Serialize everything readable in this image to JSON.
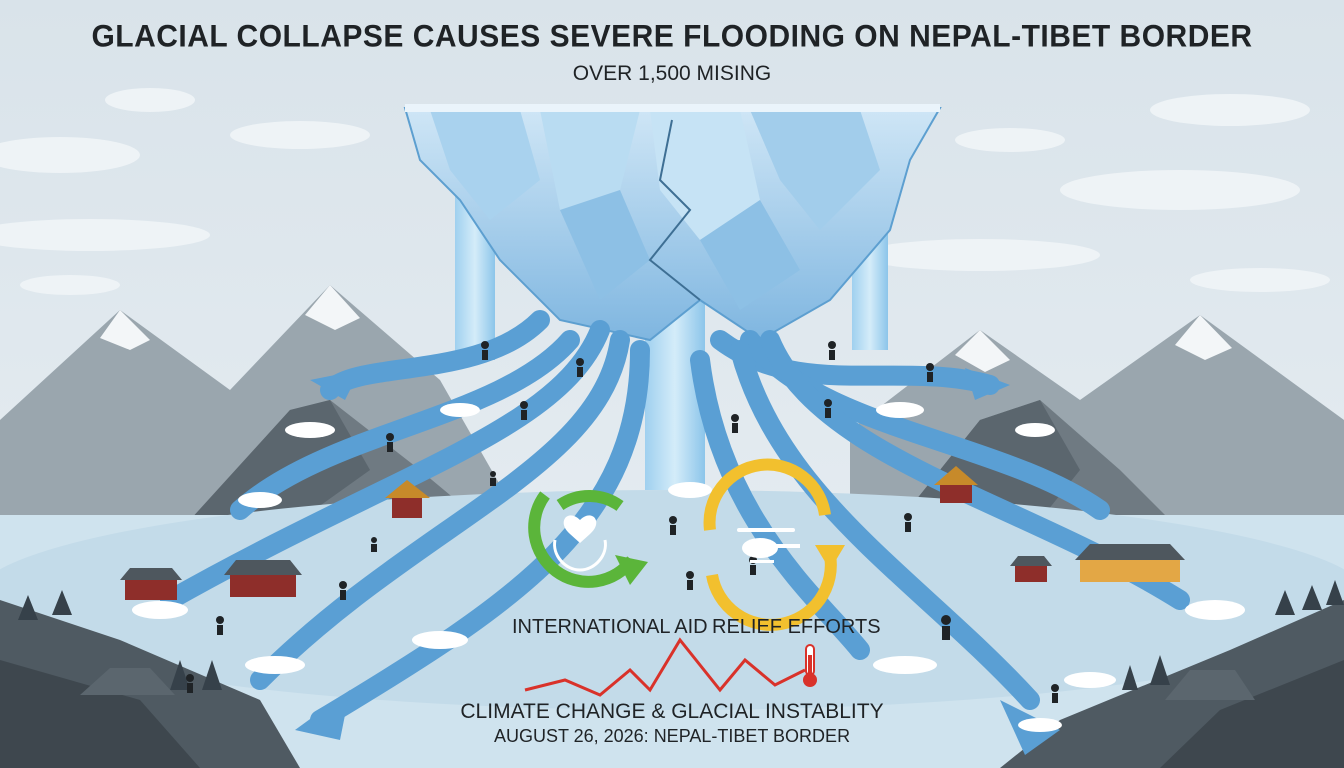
{
  "header": {
    "title": "GLACIAL COLLAPSE CAUSES SEVERE FLOODING ON NEPAL-TIBET BORDER",
    "subtitle": "OVER 1,500 MISING"
  },
  "labels": {
    "aid": "INTERNATIONAL AID",
    "relief": "RELIEF EFFORTS"
  },
  "footer": {
    "line1": "CLIMATE CHANGE & GLACIAL INSTABLITY",
    "line2": "AUGUST 26, 2026: NEPAL-TIBET BORDER"
  },
  "icons": {
    "aid": "heart-hands-icon",
    "relief": "helicopter-icon",
    "climate": "thermometer-icon"
  },
  "colors": {
    "sky": "#dfe8ee",
    "ice": "#8fc3e6",
    "flood": "#5a9fd4",
    "aid_arrow": "#5bb53a",
    "relief_arrow": "#f2c02e",
    "trend_line": "#d9322a",
    "mountain": "#7a8791"
  }
}
